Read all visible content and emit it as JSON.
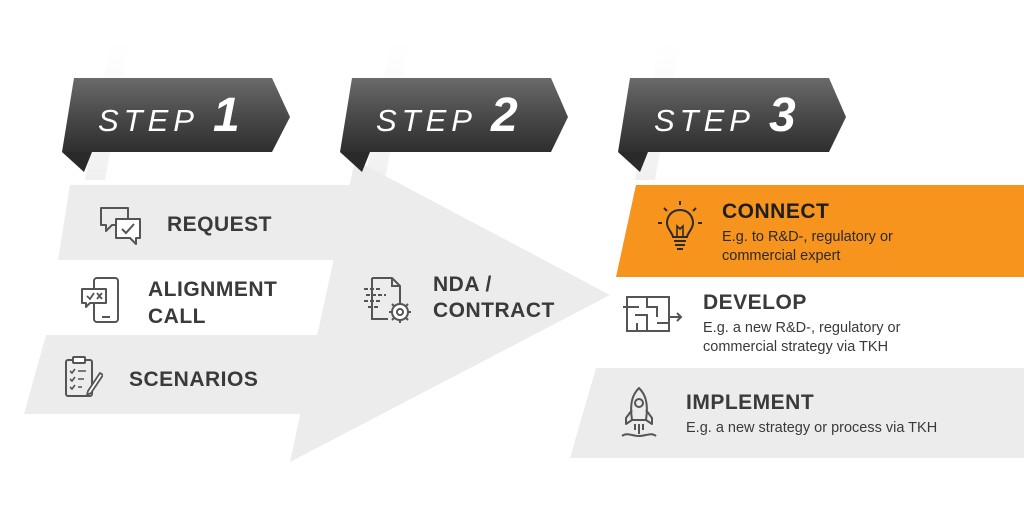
{
  "colors": {
    "accent": "#f7941d",
    "banner_dark": "#4a4a4a",
    "panel_light": "#ececec",
    "text": "#3a3a3a"
  },
  "steps": [
    {
      "word": "STEP",
      "number": "1",
      "items": [
        {
          "label": "REQUEST",
          "icon": "chat-check-icon"
        },
        {
          "label_line1": "ALIGNMENT",
          "label_line2": "CALL",
          "icon": "phone-chat-icon"
        },
        {
          "label": "SCENARIOS",
          "icon": "clipboard-checklist-icon"
        }
      ]
    },
    {
      "word": "STEP",
      "number": "2",
      "items": [
        {
          "label_line1": "NDA /",
          "label_line2": "CONTRACT",
          "icon": "document-gear-icon"
        }
      ]
    },
    {
      "word": "STEP",
      "number": "3",
      "items": [
        {
          "label": "CONNECT",
          "desc_line1": "E.g. to R&D-, regulatory or",
          "desc_line2": "commercial expert",
          "icon": "lightbulb-icon",
          "highlighted": true
        },
        {
          "label": "DEVELOP",
          "desc_line1": "E.g. a new R&D-, regulatory or",
          "desc_line2": "commercial strategy via TKH",
          "icon": "maze-icon"
        },
        {
          "label": "IMPLEMENT",
          "desc_line1": "E.g. a new strategy or process via TKH",
          "icon": "rocket-icon"
        }
      ]
    }
  ]
}
